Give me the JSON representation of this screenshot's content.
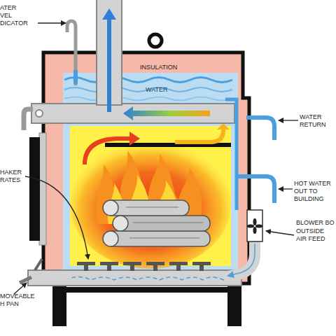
{
  "diagram": {
    "labels": [
      "ATER VEL DICATOR",
      "INSULATION",
      "WATER",
      "WATER RETURN",
      "HAKER RATES",
      "HOT WATER OUT TO BUILDING",
      "BLOWER BO",
      "OUTSIDE AIR FEED",
      "MOVEABLE H PAN"
    ]
  }
}
